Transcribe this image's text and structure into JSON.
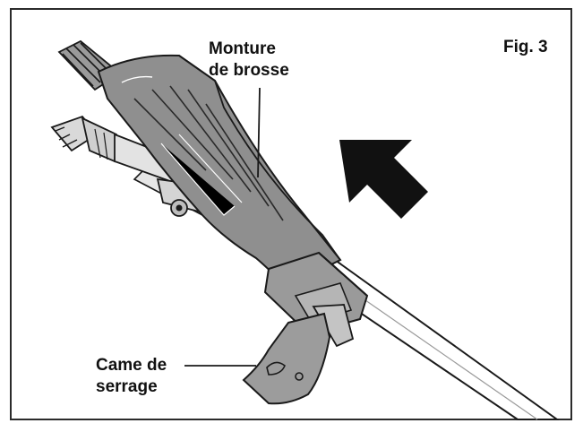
{
  "figure": {
    "number": "Fig. 3",
    "labels": {
      "brush_mount_line1": "Monture",
      "brush_mount_line2": "de brosse",
      "clamp_cam_line1": "Came de",
      "clamp_cam_line2": "serrage"
    },
    "colors": {
      "frame": "#2b2b2b",
      "outline": "#1a1a1a",
      "mount_fill": "#8f8f8f",
      "mount_dark": "#6e6e6e",
      "arrow": "#111111",
      "pole": "#ffffff",
      "light_gray": "#d9d9d9"
    },
    "icons": [
      "direction-arrow-icon"
    ]
  }
}
